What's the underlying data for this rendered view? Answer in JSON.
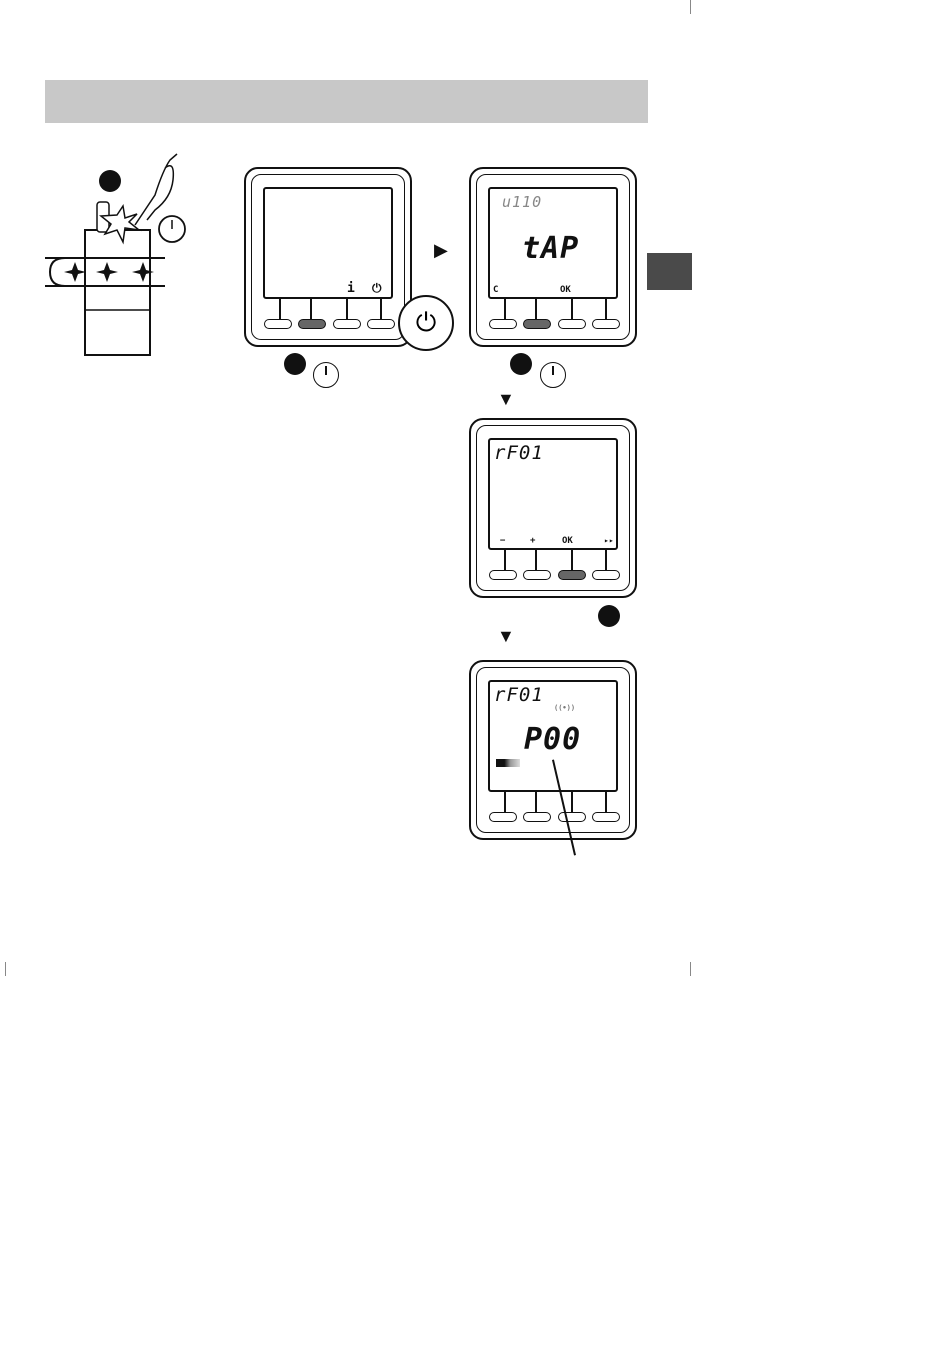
{
  "devices": {
    "d1": {
      "labels": {
        "info": "i",
        "power": "⏻"
      }
    },
    "d2": {
      "code": "u110",
      "main": "tAP",
      "labels": {
        "c": "C",
        "ok": "OK"
      }
    },
    "d3": {
      "code": "rF01",
      "labels": {
        "minus": "−",
        "plus": "+",
        "ok": "OK",
        "next": "▸▸"
      }
    },
    "d4": {
      "code": "rF01",
      "main": "P00",
      "signal": "((•))"
    }
  },
  "power_symbol": "⏻",
  "arrow_right": "▶",
  "arrow_down": "▼",
  "colors": {
    "header_band": "#c8c8c8",
    "side_tab": "#4a4a4a",
    "pressed_button": "#666666"
  }
}
